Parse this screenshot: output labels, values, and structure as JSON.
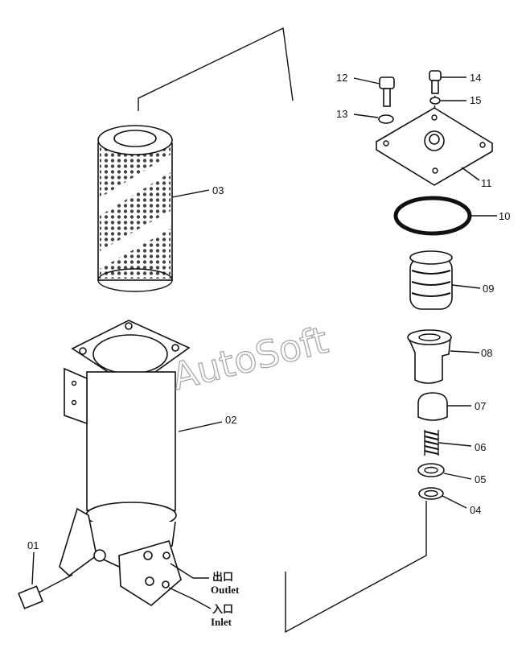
{
  "watermark": "AutoSoft",
  "callouts": {
    "p01": "01",
    "p02": "02",
    "p03": "03",
    "p04": "04",
    "p05": "05",
    "p06": "06",
    "p07": "07",
    "p08": "08",
    "p09": "09",
    "p10": "10",
    "p11": "11",
    "p12": "12",
    "p13": "13",
    "p14": "14",
    "p15": "15"
  },
  "ports": {
    "outlet_cn": "出口",
    "outlet_en": "Outlet",
    "inlet_cn": "入口",
    "inlet_en": "Inlet"
  }
}
